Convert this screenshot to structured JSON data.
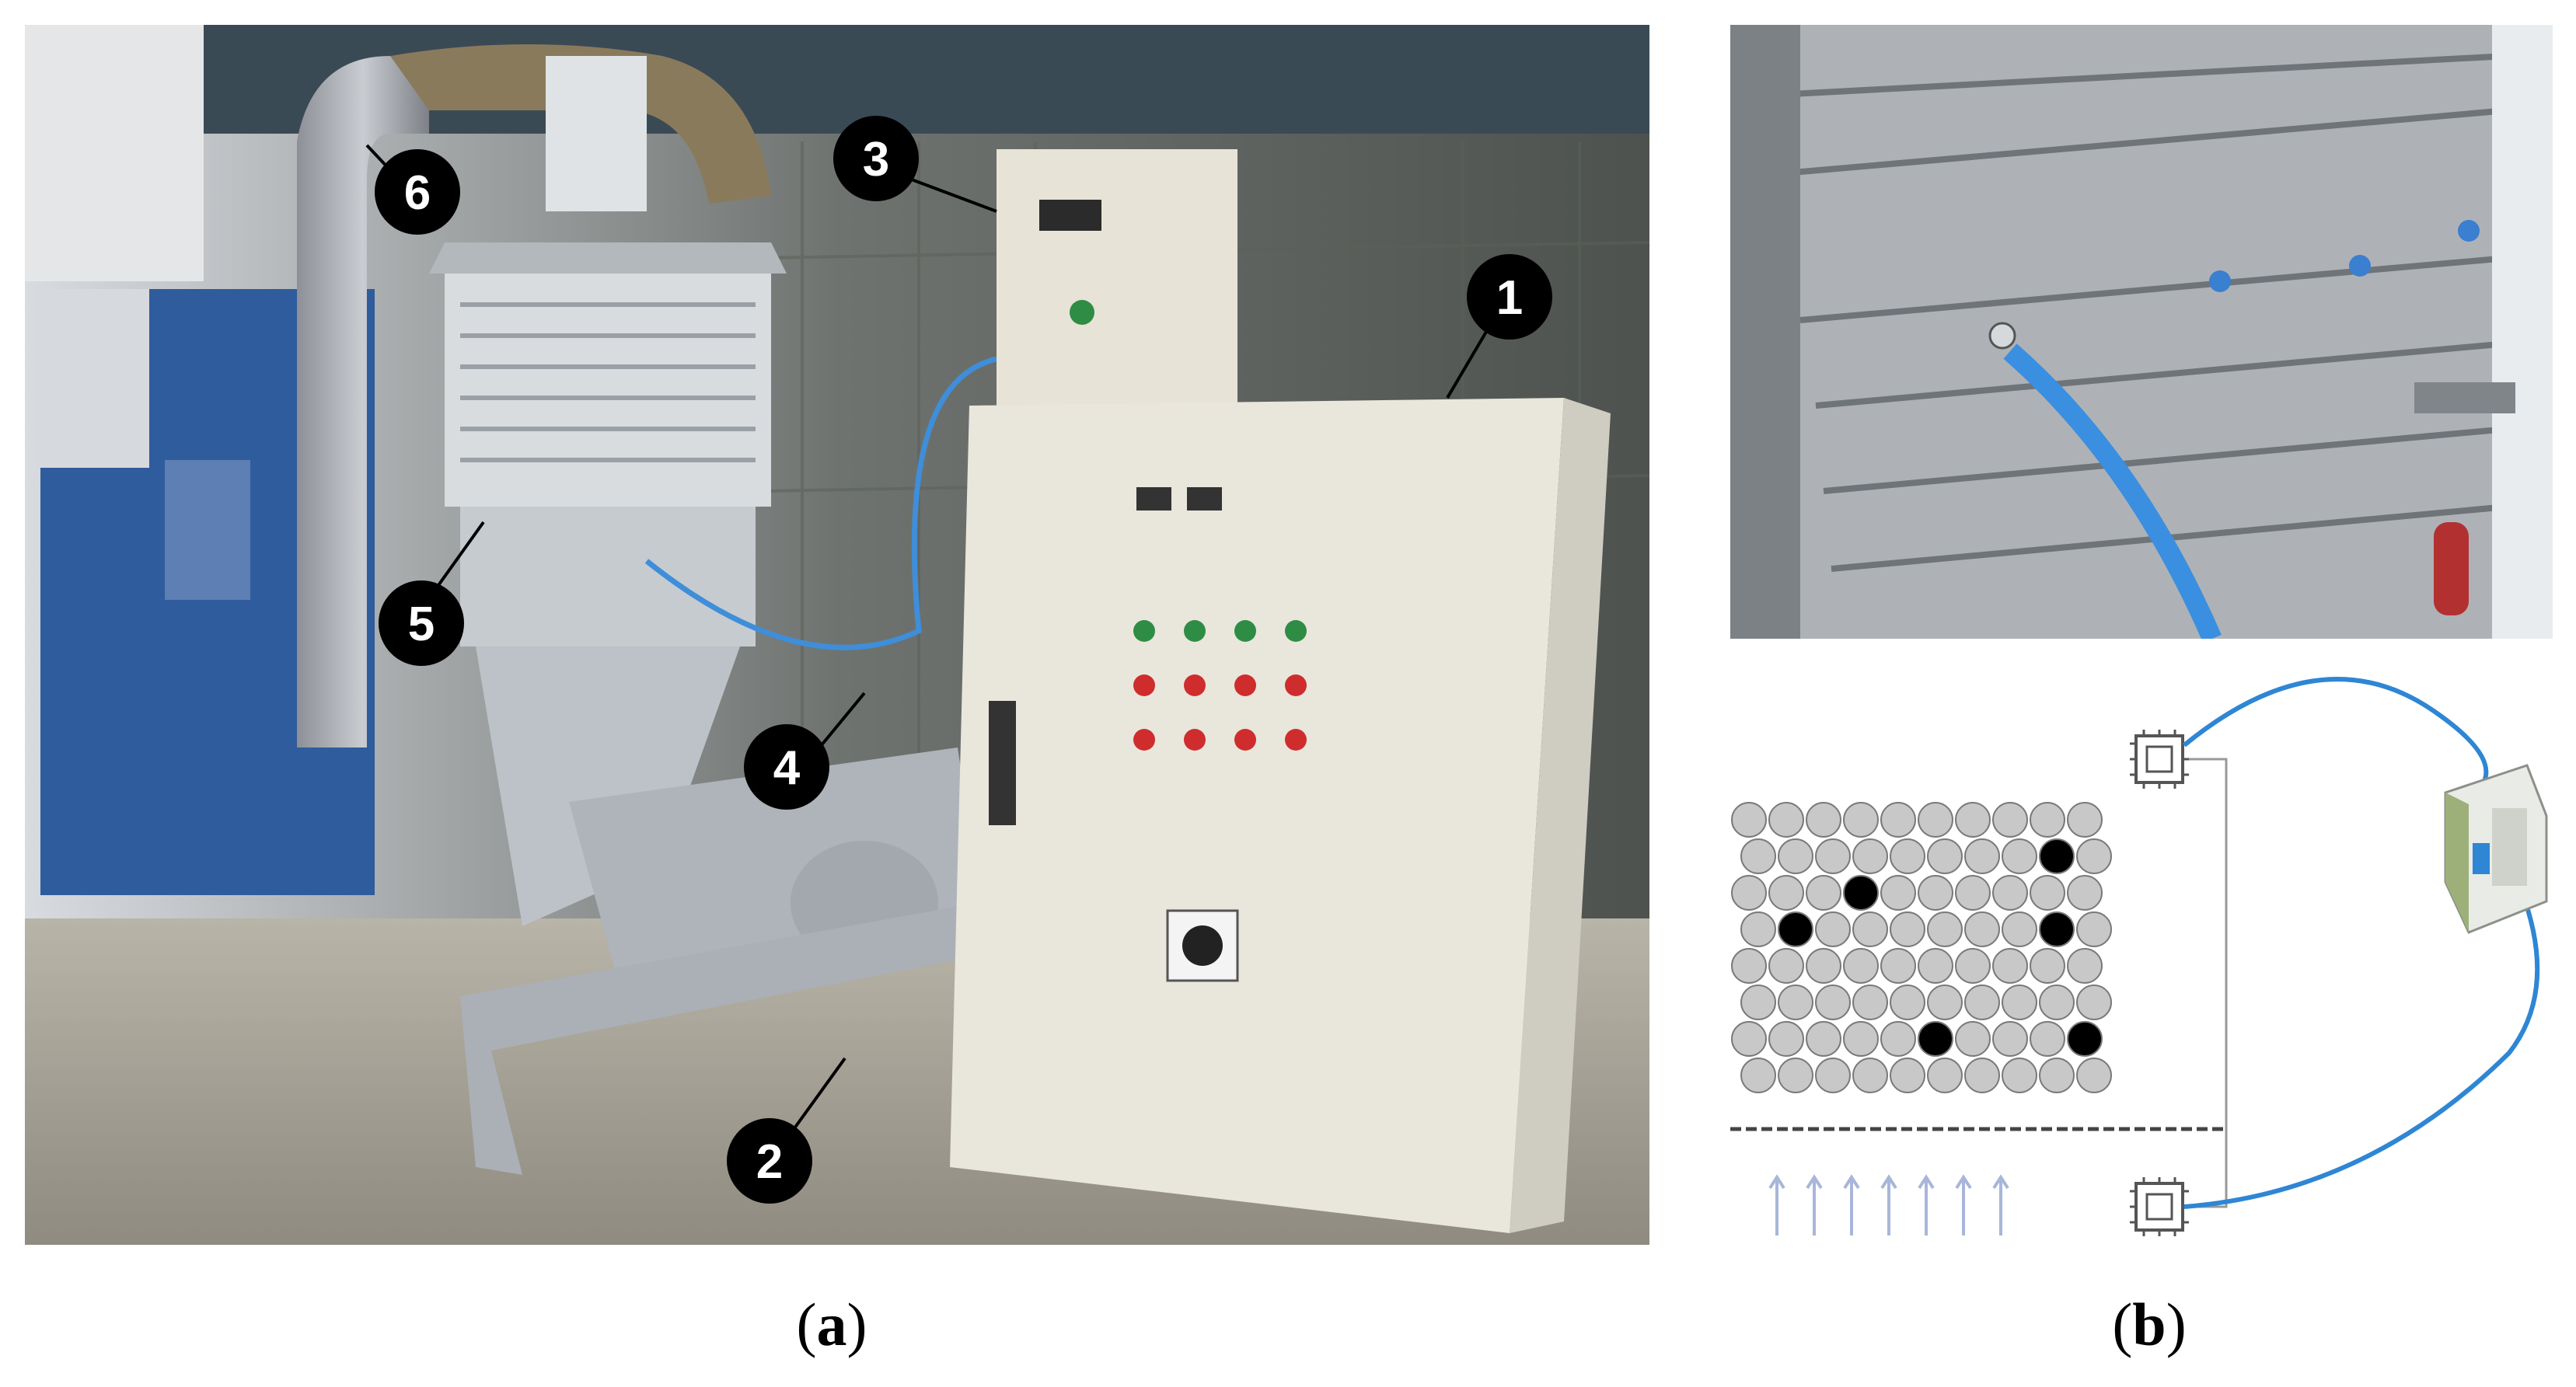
{
  "panels": [
    {
      "id": "a",
      "caption_open": "(",
      "caption_letter": "a",
      "caption_close": ")"
    },
    {
      "id": "b",
      "caption_open": "(",
      "caption_letter": "b",
      "caption_close": ")"
    }
  ],
  "photo_a": {
    "callouts": [
      "1",
      "2",
      "3",
      "4",
      "5",
      "6"
    ]
  },
  "diagram_b": {
    "grid_rows": 8,
    "grid_cols": 10,
    "upward_arrows": 7,
    "colors": {
      "particle": "#c8c8c8",
      "particle_stroke": "#7a7a7a",
      "marked_particle": "#000000",
      "cable": "#2e86d4",
      "arrow": "#a9b6d9"
    }
  }
}
